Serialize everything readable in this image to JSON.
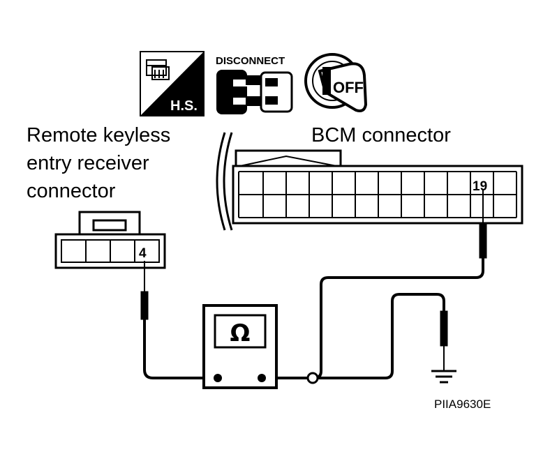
{
  "icons": {
    "harness_side_label": "H.S.",
    "disconnect_label": "DISCONNECT",
    "ignition_label": "OFF"
  },
  "labels": {
    "receiver_line1": "Remote keyless",
    "receiver_line2": "entry receiver",
    "receiver_line3": "connector",
    "bcm": "BCM connector"
  },
  "pins": {
    "receiver_pin": "4",
    "bcm_pin": "19"
  },
  "meter": {
    "symbol": "Ω"
  },
  "figure_code": "PIIA9630E"
}
